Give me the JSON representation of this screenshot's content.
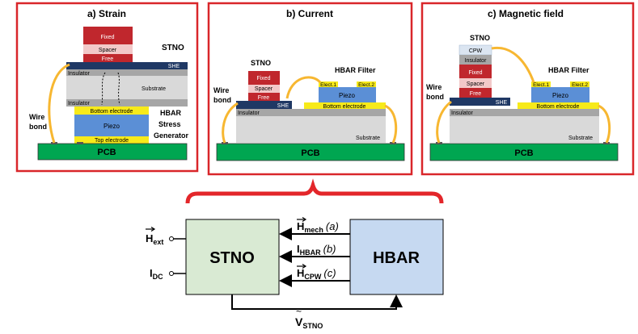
{
  "panels": [
    {
      "title": "a) Strain",
      "labels": {
        "fixed": "Fixed",
        "spacer": "Spacer",
        "free": "Free",
        "stno": "STNO",
        "she": "SHE",
        "insulator_top": "Insulator",
        "substrate": "Substrate",
        "insulator_bottom": "Insulator",
        "bottom_electrode": "Bottom electrode",
        "piezo": "Piezo",
        "top_electrode": "Top electrode",
        "wire": "Wire",
        "bond": "bond",
        "hbar": "HBAR",
        "stress": "Stress",
        "generator": "Generator",
        "pcb": "PCB"
      }
    },
    {
      "title": "b) Current",
      "labels": {
        "stno": "STNO",
        "fixed": "Fixed",
        "spacer": "Spacer",
        "free": "Free",
        "she": "SHE",
        "hbar_filter": "HBAR Filter",
        "elect1": "Elect.1",
        "elect2": "Elect.2",
        "piezo": "Piezo",
        "bottom_electrode": "Bottom electrode",
        "insulator": "Insulator",
        "substrate": "Substrate",
        "wire": "Wire",
        "bond": "bond",
        "pcb": "PCB"
      }
    },
    {
      "title": "c) Magnetic field",
      "labels": {
        "stno": "STNO",
        "cpw": "CPW",
        "insulator_top": "Insulator",
        "fixed": "Fixed",
        "spacer": "Spacer",
        "free": "Free",
        "she": "SHE",
        "hbar_filter": "HBAR Filter",
        "elect1": "Elect.1",
        "elect2": "Elect.2",
        "piezo": "Piezo",
        "bottom_electrode": "Bottom electrode",
        "insulator": "Insulator",
        "substrate": "Substrate",
        "wire": "Wire",
        "bond": "bond",
        "pcb": "PCB"
      }
    }
  ],
  "block_diagram": {
    "stno_label": "STNO",
    "hbar_label": "HBAR",
    "input_hext": "H",
    "input_hext_sub": "ext",
    "input_idc": "I",
    "input_idc_sub": "DC",
    "arrow_a": "H",
    "arrow_a_sub": "mech",
    "arrow_a_tag": "(a)",
    "arrow_b": "I",
    "arrow_b_sub": "HBAR",
    "arrow_b_tag": "(b)",
    "arrow_c": "H",
    "arrow_c_sub": "CPW",
    "arrow_c_tag": "(c)",
    "output": "V",
    "output_sub": "STNO"
  },
  "colors": {
    "panel_border": "#d9262a",
    "fixed": "#c0272d",
    "spacer": "#f2c9c9",
    "she": "#1f3864",
    "piezo": "#5b8fd6",
    "electrode": "#f7ea1a",
    "insulator": "#a6a6a6",
    "substrate": "#d9d9d9",
    "pcb": "#00a651",
    "wire": "#f7b731",
    "cpw": "#dbe5f1",
    "stno_box": "#d9ead3",
    "hbar_box": "#c6d9f1"
  }
}
